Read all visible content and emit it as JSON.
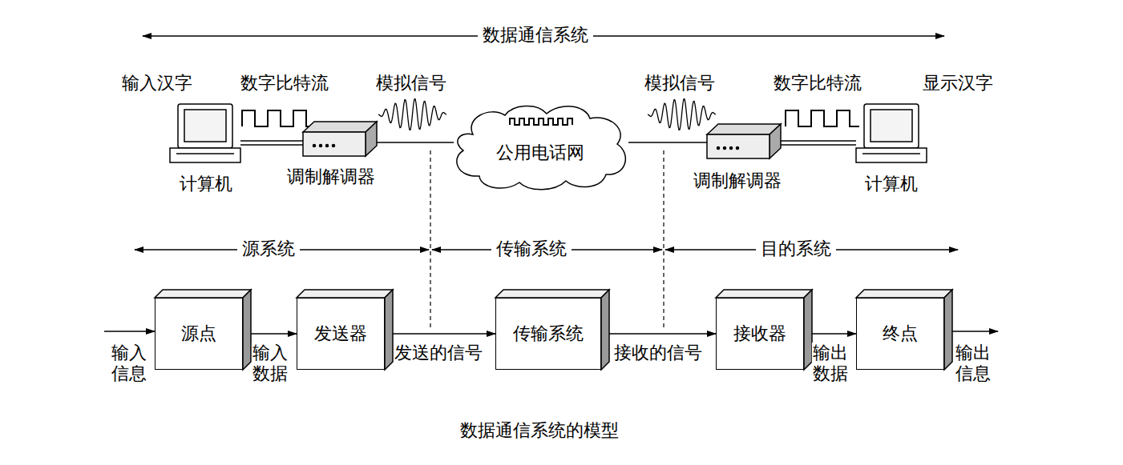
{
  "diagram": {
    "caption": "数据通信系统的模型",
    "nodes": [
      {
        "text": [
          "公用电话网"
        ]
      },
      {
        "text": [
          "源点"
        ]
      },
      {
        "text": [
          "发送器"
        ]
      },
      {
        "text": [
          "传输系统"
        ]
      },
      {
        "text": [
          "接收器"
        ]
      },
      {
        "text": [
          "终点"
        ]
      }
    ],
    "edges": [
      {
        "from": 1,
        "to": 2,
        "arrow": "to",
        "label": "输入数据"
      },
      {
        "from": 2,
        "to": 3,
        "arrow": "to",
        "label": "发送的信号"
      },
      {
        "from": 3,
        "to": 4,
        "arrow": "to",
        "label": "接收的信号"
      },
      {
        "from": 4,
        "to": 5,
        "arrow": "to",
        "label": "输出数据"
      }
    ],
    "labels": [
      "数据通信系统",
      "输入汉字",
      "数字比特流",
      "模拟信号",
      "模拟信号",
      "数字比特流",
      "显示汉字",
      "计算机",
      "调制解调器",
      "调制解调器",
      "计算机",
      "源系统",
      "传输系统",
      "目的系统",
      "输入信息",
      "输出信息"
    ]
  }
}
